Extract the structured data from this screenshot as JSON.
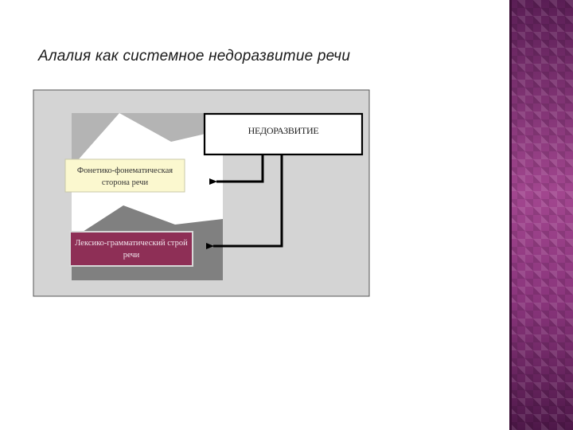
{
  "slide": {
    "title": "Алалия как системное недоразвитие речи"
  },
  "diagram": {
    "top_box": "НЕДОРАЗВИТИЕ",
    "upper_box": "Фонетико-фонематическая сторона речи",
    "lower_box": "Лексико-грамматический строй речи"
  },
  "colors": {
    "panel_bg": "#d4d4d4",
    "upper_region": "#b2b2b2",
    "lower_region": "#7f7f7f",
    "upper_box_fill": "#fbf8cf",
    "lower_box_fill": "#8e2f56",
    "accent_band": "#8e3680"
  }
}
